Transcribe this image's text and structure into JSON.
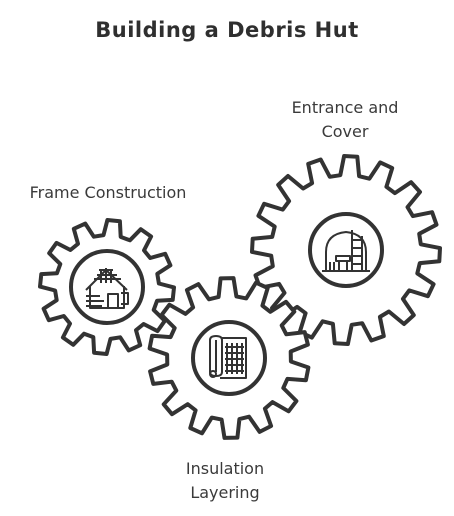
{
  "title": "Building a Debris Hut",
  "gears": [
    {
      "label_line1": "Frame Construction",
      "label_line2": "",
      "icon": "house-frame-icon"
    },
    {
      "label_line1": "Entrance and",
      "label_line2": "Cover",
      "icon": "shelter-entrance-icon"
    },
    {
      "label_line1": "Insulation",
      "label_line2": "Layering",
      "icon": "insulation-roll-icon"
    }
  ],
  "colors": {
    "stroke": "#333333",
    "fill": "#ffffff",
    "text": "#3a3a3a"
  }
}
